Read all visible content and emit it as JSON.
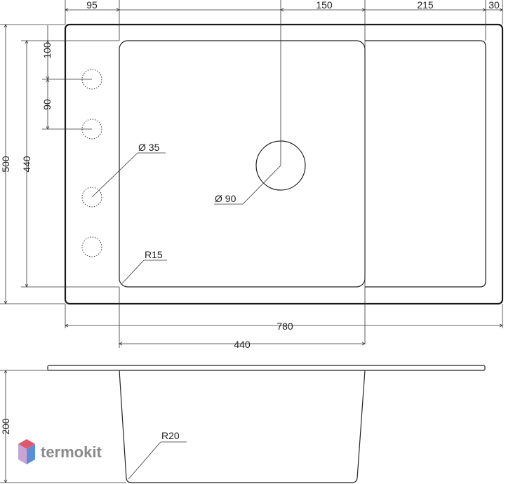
{
  "top_view": {
    "dims": {
      "d95": "95",
      "d150": "150",
      "d215": "215",
      "d30": "30",
      "d100": "100",
      "d90": "90",
      "d440_v": "440",
      "d500": "500",
      "d780": "780",
      "d440_h": "440"
    },
    "labels": {
      "hole_small": "Ø 35",
      "hole_drain": "Ø 90",
      "radius_bowl": "R15"
    }
  },
  "side_view": {
    "dims": {
      "d200": "200"
    },
    "labels": {
      "radius_bottom": "R20"
    }
  },
  "logo": {
    "text": "termokit",
    "colors": [
      "#e0566f",
      "#5a8fd6",
      "#c9a3d8"
    ]
  }
}
